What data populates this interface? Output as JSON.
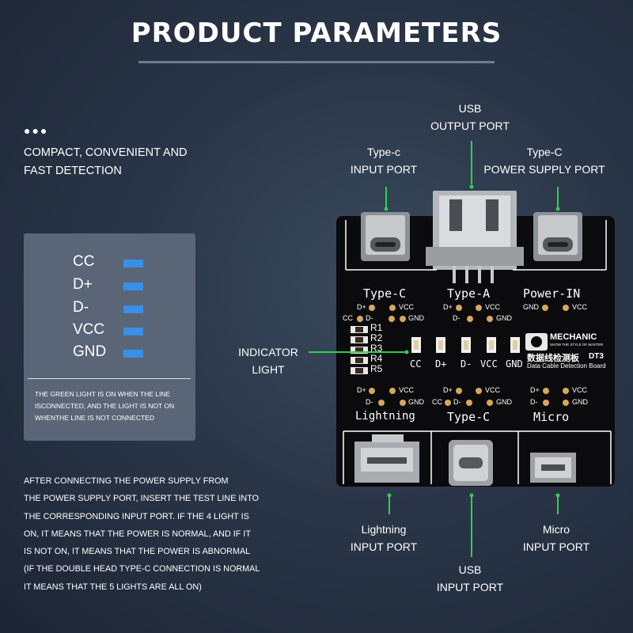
{
  "title": "PRODUCT PARAMETERS",
  "features": {
    "dots": "●●●",
    "line1": "COMPACT, CONVENIENT AND",
    "line2": "FAST DETECTION"
  },
  "legend": {
    "items": [
      {
        "label": "CC"
      },
      {
        "label": "D+"
      },
      {
        "label": "D-"
      },
      {
        "label": "VCC"
      },
      {
        "label": "GND"
      }
    ],
    "bar_color": "#3a8fe6",
    "note_lines": [
      "THE GREEN LIGHT IS ON WHEN THE LINE",
      "ISCONNECTED, AND THE LIGHT IS NOT ON",
      "WHENTHE LINE IS NOT CONNECTED"
    ]
  },
  "instructions": [
    "AFTER CONNECTING THE POWER SUPPLY FROM",
    "THE POWER SUPPLY PORT, INSERT THE TEST LINE INTO",
    "THE CORRESPONDING INPUT PORT. IF THE 4 LIGHT IS",
    "ON, IT MEANS THAT THE POWER IS NORMAL, AND IF IT",
    "IS NOT ON, IT MEANS THAT THE POWER IS ABNORMAL",
    "(IF THE DOUBLE HEAD TYPE-C CONNECTION IS NORMAL",
    "IT MEANS THAT THE 5 LIGHTS ARE ALL ON)"
  ],
  "callouts": {
    "usb_output": [
      "USB",
      "OUTPUT PORT"
    ],
    "typec_input": [
      "Type-c",
      "INPUT PORT"
    ],
    "typec_power": [
      "Type-C",
      "POWER SUPPLY PORT"
    ],
    "indicator": [
      "INDICATOR",
      "LIGHT"
    ],
    "lightning_input": [
      "Lightning",
      "INPUT PORT"
    ],
    "micro_input": [
      "Micro",
      "INPUT PORT"
    ],
    "usb_input": [
      "USB",
      "INPUT PORT"
    ]
  },
  "board": {
    "top_labels": [
      "Type-C",
      "Type-A",
      "Power-IN"
    ],
    "bottom_labels": [
      "Lightning",
      "Type-C",
      "Micro"
    ],
    "pin_dp": "D+",
    "pin_dm": "D-",
    "pin_vcc": "VCC",
    "pin_gnd": "GND",
    "pin_cc": "CC",
    "resistors": [
      "R1",
      "R2",
      "R3",
      "R4",
      "R5"
    ],
    "led_labels": [
      "CC",
      "D+",
      "D-",
      "VCC",
      "GND"
    ],
    "brand": "MECHANIC",
    "brand_tag": "SHOW THE STYLE OF MASTER",
    "chinese_name": "数据线检测板",
    "model": "DT3",
    "subtitle": "Data Cable Detection Board"
  },
  "colors": {
    "callout_line": "#2fd04a",
    "board": "#0b0b0d",
    "silk": "#ffffff"
  }
}
